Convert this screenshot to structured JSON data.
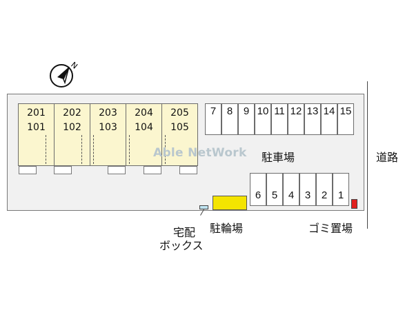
{
  "units": [
    {
      "upper": "201",
      "lower": "101"
    },
    {
      "upper": "202",
      "lower": "102"
    },
    {
      "upper": "203",
      "lower": "103"
    },
    {
      "upper": "204",
      "lower": "104"
    },
    {
      "upper": "205",
      "lower": "105"
    }
  ],
  "parking_top": [
    "7",
    "8",
    "9",
    "10",
    "11",
    "12",
    "13",
    "14",
    "15"
  ],
  "parking_bottom": [
    "6",
    "5",
    "4",
    "3",
    "2",
    "1"
  ],
  "labels": {
    "parking_lot": "駐車場",
    "road": "道路",
    "bicycle_parking": "駐輪場",
    "delivery_box_line1": "宅配",
    "delivery_box_line2": "ボックス",
    "garbage": "ゴミ置場"
  },
  "watermark": "Able NetWork",
  "compass": {
    "direction_letter": "N",
    "icon": "north-arrow-icon"
  },
  "colors": {
    "unit_fill": "#fbf6cf",
    "bicycle_parking": "#f4e400",
    "garbage": "#e1211e",
    "delivery_box": "#bfe3f1",
    "site_fill": "#f1f1f1"
  }
}
